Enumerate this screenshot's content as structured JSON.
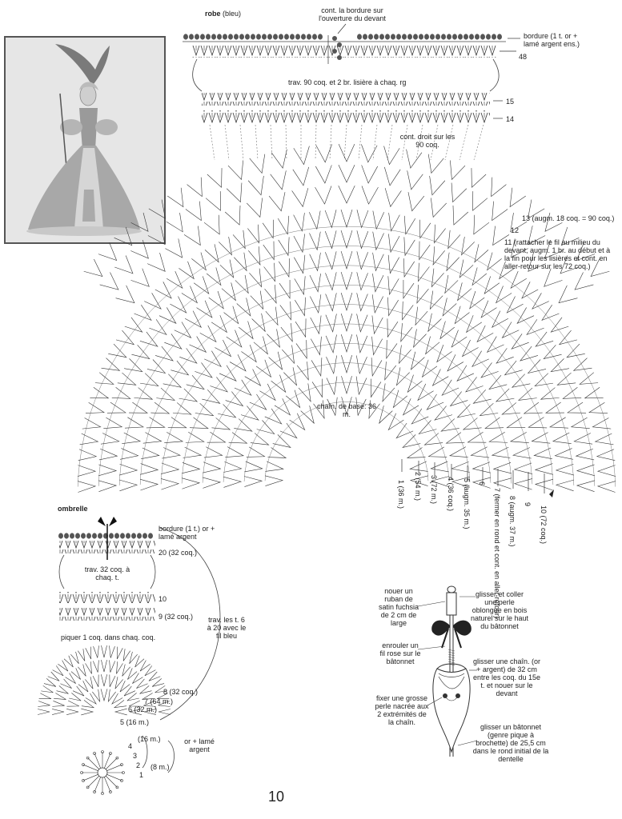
{
  "dress": {
    "title": "robe",
    "title_color": "(bleu)",
    "front_border_note": "cont. la bordure sur l'ouverture du devant",
    "border_note": "bordure (1 t. or + lamé argent ens.)",
    "row48": "48",
    "work_note": "trav. 90 coq. et 2 br. lisière à chaq. rg",
    "row15": "15",
    "row14": "14",
    "straight_note": "cont. droit sur les 90 coq.",
    "row13": "13 (augm. 18 coq. = 90 coq.)",
    "row12": "12",
    "row11": "11 (rattacher le fil au milieu du devant, augm. 1 br. au début et à la fin pour les lisières et cont. en aller-retour sur les 72 coq.)",
    "base_chain": "chaîn. de base: 36 m.",
    "fan_rows": [
      "1",
      "2",
      "3",
      "4",
      "5",
      "6",
      "7",
      "8",
      "9",
      "10"
    ],
    "row1_note": "(36 m.)",
    "row2_note": "(54 m.)",
    "row3_note": "(72 m.)",
    "row4_note": "(36 coq.)",
    "row5_note": "(augm. 35 m.)",
    "row7_note": "(fermer en rond et cont. en aller-retour)",
    "row8_note": "(augm. 37 m.)",
    "row10_note": "(72 coq.)"
  },
  "umbrella": {
    "title": "ombrelle",
    "border_note": "bordure (1 t.) or + lamé argent",
    "row20": "20 (32 coq.)",
    "work_note": "trav. 32 coq. à chaq. t.",
    "row10": "10",
    "row9": "9 (32 coq.)",
    "side_note": "trav. les t. 6 à 20 avec le fil bleu",
    "prick_note": "piquer 1 coq. dans chaq. coq.",
    "row8": "8 (32 coq.)",
    "row7": "7 (64 m.)",
    "row6": "6 (32 m.)",
    "row5": "5 (16 m.)",
    "row4": "4",
    "row3": "3",
    "row2": "2",
    "row1": "1",
    "small_16": "(16 m.)",
    "small_8": "(8 m.)",
    "gold_note": "or + lamé argent"
  },
  "assembly": {
    "ribbon_note": "nouer un ruban de satin fuchsia de 2 cm de large",
    "wrap_note": "enrouler un fil rose sur le bâtonnet",
    "pearl_note": "fixer une grosse perle nacrée aux 2 extrémités de la chaîn.",
    "glue_note": "glisser et coller une perle oblongue en bois naturel sur le haut du bâtonnet",
    "chain_note": "glisser une chaîn. (or + argent) de 32 cm entre les coq. du 15e t. et nouer sur le devant",
    "stick_note": "glisser un bâtonnet (genre pique à brochette) de 25,5 cm dans le rond initial de la dentelle"
  },
  "page_number": "10"
}
